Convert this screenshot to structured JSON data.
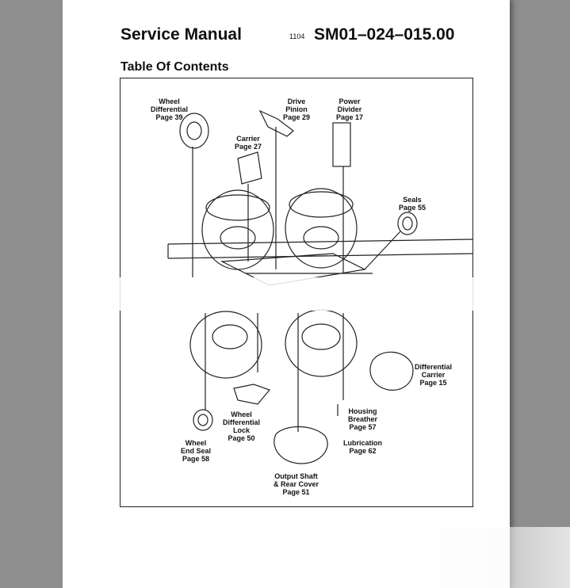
{
  "header": {
    "title": "Service Manual",
    "small_ref": "1104",
    "doc_number": "SM01–024–015.00"
  },
  "section_title": "Table Of Contents",
  "labels": {
    "wheel_differential": [
      "Wheel",
      "Differential",
      "Page 39"
    ],
    "drive_pinion": [
      "Drive",
      "Pinion",
      "Page 29"
    ],
    "power_divider": [
      "Power",
      "Divider",
      "Page 17"
    ],
    "carrier": [
      "Carrier",
      "Page 27"
    ],
    "seals": [
      "Seals",
      "Page 55"
    ],
    "differential_carrier": [
      "Differential",
      "Carrier",
      "Page 15"
    ],
    "wheel_differential_lock": [
      "Wheel",
      "Differential",
      "Lock",
      "Page 50"
    ],
    "housing_breather": [
      "Housing",
      "Breather",
      "Page 57"
    ],
    "lubrication": [
      "Lubrication",
      "Page 62"
    ],
    "wheel_end_seal": [
      "Wheel",
      "End Seal",
      "Page 58"
    ],
    "output_shaft": [
      "Output Shaft",
      "& Rear Cover",
      "Page 51"
    ]
  }
}
